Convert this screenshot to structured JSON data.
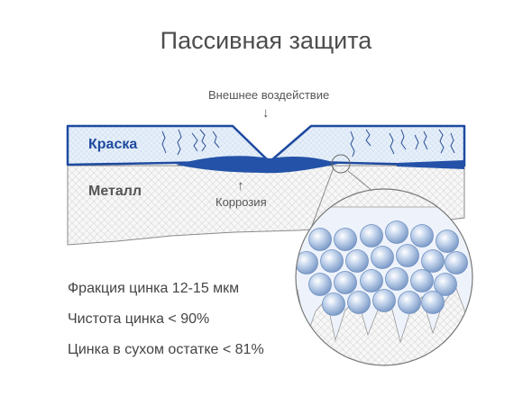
{
  "title": "Пассивная защита",
  "labels": {
    "external": "Внешнее воздействие",
    "corrosion": "Коррозия",
    "paint": "Краска",
    "metal": "Металл"
  },
  "arrows": {
    "down": "↓",
    "up": "↑"
  },
  "specs": [
    "Фракция цинка 12-15 мкм",
    "Чистота цинка < 90%",
    "Цинка в сухом остатке < 81%"
  ],
  "colors": {
    "coating_blue": "#1e4aa0",
    "coating_fill": "#e6eff9",
    "corrosion_blue": "#2352a8",
    "metal_fill": "#f7f7f7",
    "zinc_particle": "#9fb8dc",
    "title_gray": "#4d4d4d"
  }
}
